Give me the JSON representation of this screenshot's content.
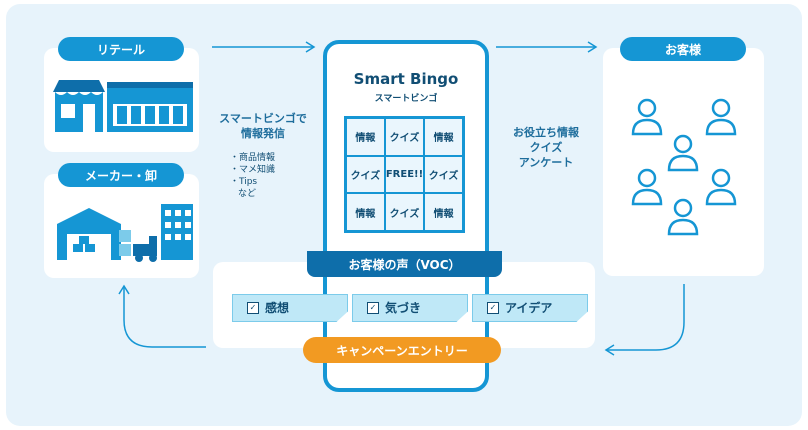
{
  "retail_label": "リテール",
  "maker_label": "メーカー・卸",
  "customer_label": "お客様",
  "app": {
    "name": "Smart Bingo",
    "name_kana": "スマートビンゴ"
  },
  "send_title": [
    "スマートビンゴで",
    "情報発信"
  ],
  "send_items": [
    "・商品情報",
    "・マメ知識",
    "・Tips",
    "など"
  ],
  "customer_info": [
    "お役立ち情報",
    "クイズ",
    "アンケート"
  ],
  "bingo_cells": [
    "情報",
    "クイズ",
    "情報",
    "クイズ",
    "FREE!!",
    "クイズ",
    "情報",
    "クイズ",
    "情報"
  ],
  "voc_label": "お客様の声（VOC）",
  "voc_tags": [
    "感想",
    "気づき",
    "アイデア"
  ],
  "campaign_label": "キャンペーンエントリー",
  "colors": {
    "primary": "#1596d4",
    "accent": "#f29a22",
    "dark": "#0e6eaa",
    "bg": "#e7f3fb"
  }
}
